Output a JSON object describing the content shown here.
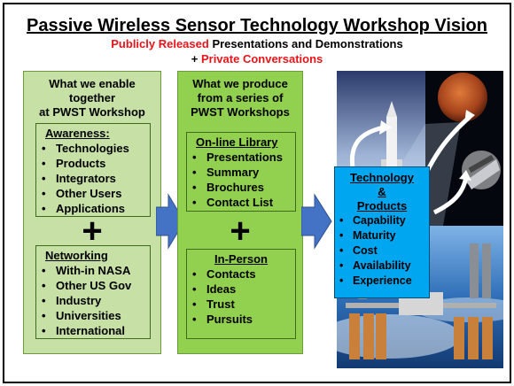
{
  "title": "Passive Wireless Sensor Technology Workshop Vision",
  "subtitle": {
    "highlight": "Publicly Released",
    "rest": " Presentations and Demonstrations",
    "line2_prefix": "+ ",
    "line2_highlight": "Private Conversations"
  },
  "col1": {
    "heading": [
      "What we enable",
      "together",
      "at PWST Workshop"
    ],
    "awareness": {
      "title": "Awareness:",
      "items": [
        "Technologies",
        "Products",
        "Integrators",
        "Other Users",
        "Applications"
      ]
    },
    "plus": "+",
    "networking": {
      "title": "Networking",
      "items": [
        "With-in NASA",
        "Other US Gov",
        "Industry",
        "Universities",
        "International"
      ]
    }
  },
  "col2": {
    "heading": [
      "What we produce",
      "from a series of",
      "PWST Workshops"
    ],
    "library": {
      "title": "On-line Library",
      "items": [
        "Presentations",
        "Summary",
        "Brochures",
        "Contact List"
      ]
    },
    "plus": "+",
    "inperson": {
      "title": "In-Person",
      "items": [
        "Contacts",
        "Ideas",
        "Trust",
        "Pursuits"
      ]
    }
  },
  "tech": {
    "title": [
      "Technology",
      "&",
      "Products"
    ],
    "items": [
      "Capability",
      "Maturity",
      "Cost",
      "Availability",
      "Experience"
    ]
  },
  "colors": {
    "light_green": "#c6e0a6",
    "green": "#92d050",
    "arrow_blue": "#4472c4",
    "tech_blue": "#00a6f0",
    "red": "#e8141a"
  }
}
